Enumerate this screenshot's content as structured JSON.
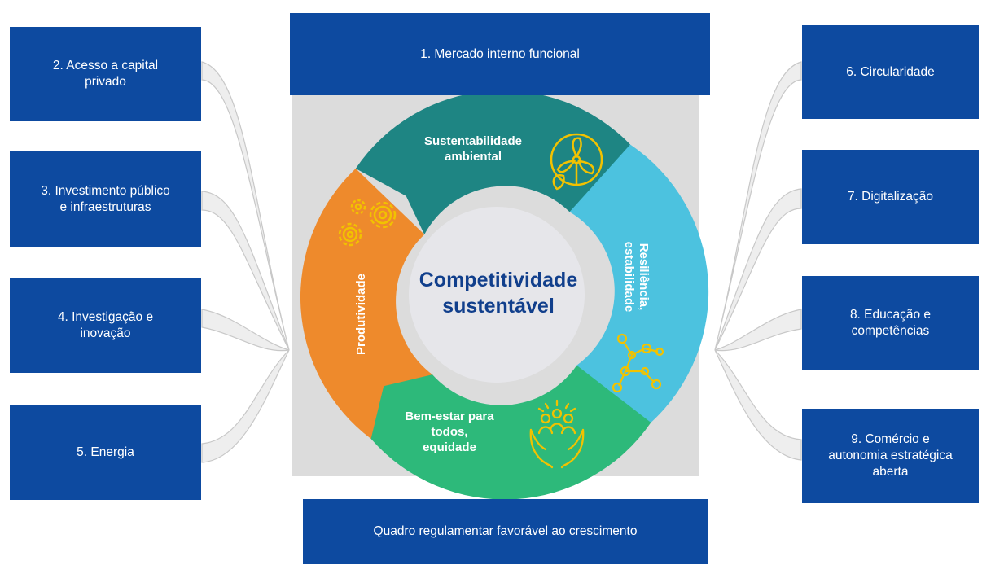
{
  "top_box": "1. Mercado interno funcional",
  "bottom_box": "Quadro regulamentar favorável ao crescimento",
  "left_boxes": [
    [
      "2. Acesso a capital",
      "privado"
    ],
    [
      "3. Investimento público",
      "e infraestruturas"
    ],
    [
      "4. Investigação e",
      "inovação"
    ],
    [
      "5. Energia"
    ]
  ],
  "right_boxes": [
    [
      "6. Circularidade"
    ],
    [
      "7. Digitalização"
    ],
    [
      "8. Educação e",
      "competências"
    ],
    [
      "9. Comércio e",
      "autonomia estratégica",
      "aberta"
    ]
  ],
  "center": [
    "Competitividade",
    "sustentável"
  ],
  "segments": {
    "environment": [
      "Sustentabilidade",
      "ambiental"
    ],
    "resilience": [
      "Resiliência,",
      "estabilidade"
    ],
    "wellbeing": [
      "Bem-estar para",
      "todos,",
      "equidade"
    ],
    "productivity": "Produtividade"
  },
  "icons": {
    "environment": "wind-turbine-leaf-icon",
    "resilience": "network-nodes-icon",
    "wellbeing": "hands-holding-people-icon",
    "productivity": "gears-icon"
  },
  "colors": {
    "box": "#0d4aa0",
    "environment": "#1e8583",
    "resilience": "#4cc2df",
    "wellbeing": "#2db97a",
    "productivity": "#ee8a2c",
    "center_text": "#113f8c",
    "icon": "#f2c200",
    "bracket": "#eeeeee"
  }
}
